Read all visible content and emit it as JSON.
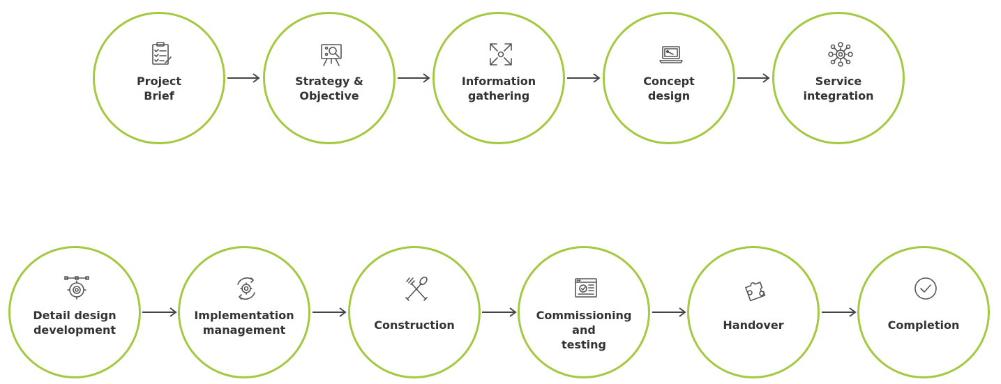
{
  "colors": {
    "ring": "#a3c940",
    "text": "#333333",
    "arrow": "#444444",
    "icon": "#555555"
  },
  "rows": [
    {
      "steps": [
        {
          "icon": "clipboard-checklist-icon",
          "label": [
            "Project",
            "Brief"
          ]
        },
        {
          "icon": "presentation-board-icon",
          "label": [
            "Strategy &",
            "Objective"
          ]
        },
        {
          "icon": "arrows-converge-icon",
          "label": [
            "Information",
            "gathering"
          ]
        },
        {
          "icon": "laptop-design-icon",
          "label": [
            "Concept",
            "design"
          ]
        },
        {
          "icon": "gear-network-icon",
          "label": [
            "Service",
            "integration"
          ]
        }
      ]
    },
    {
      "steps": [
        {
          "icon": "gear-design-icon",
          "label": [
            "Detail design",
            "development"
          ]
        },
        {
          "icon": "gear-cycle-icon",
          "label": [
            "Implementation",
            "management"
          ]
        },
        {
          "icon": "crossed-tools-icon",
          "label": [
            "Construction"
          ]
        },
        {
          "icon": "monitor-settings-icon",
          "label": [
            "Commissioning and",
            "testing"
          ]
        },
        {
          "icon": "handshake-puzzle-icon",
          "label": [
            "Handover"
          ]
        },
        {
          "icon": "checkmark-circle-icon",
          "label": [
            "Completion"
          ]
        }
      ]
    }
  ]
}
